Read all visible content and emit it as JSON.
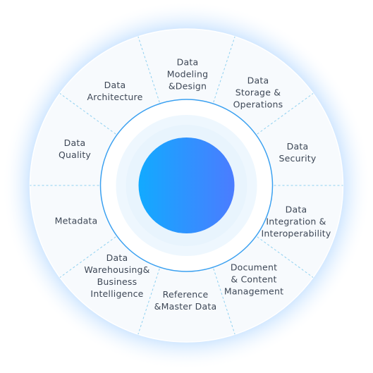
{
  "diagram": {
    "segments": [
      {
        "id": "modeling",
        "lines": [
          "Data",
          "Modeling",
          "&Design"
        ]
      },
      {
        "id": "storage",
        "lines": [
          "Data",
          "Storage &",
          "Operations"
        ]
      },
      {
        "id": "security",
        "lines": [
          "Data",
          "Security"
        ]
      },
      {
        "id": "integration",
        "lines": [
          "Data",
          "Integration &",
          "Interoperability"
        ]
      },
      {
        "id": "document",
        "lines": [
          "Document",
          "& Content",
          "Management"
        ]
      },
      {
        "id": "reference",
        "lines": [
          "Reference",
          "&Master Data"
        ]
      },
      {
        "id": "warehousing",
        "lines": [
          "Data",
          "Warehousing&",
          "Business",
          "Intelligence"
        ]
      },
      {
        "id": "metadata",
        "lines": [
          "Metadata"
        ]
      },
      {
        "id": "quality",
        "lines": [
          "Data",
          "Quality"
        ]
      },
      {
        "id": "architecture",
        "lines": [
          "Data",
          "Architecture"
        ]
      }
    ],
    "colors": {
      "outer_ring_fill": "#f7fafd",
      "outer_glow": "#d8ebff",
      "divider": "#8fd0f0",
      "inner_ring_stroke": "#3aa0f0",
      "inner_halo": "#e8f4fd",
      "core_gradient_start": "#12aaff",
      "core_gradient_end": "#4b7cff",
      "label_text": "#3d4756"
    }
  }
}
